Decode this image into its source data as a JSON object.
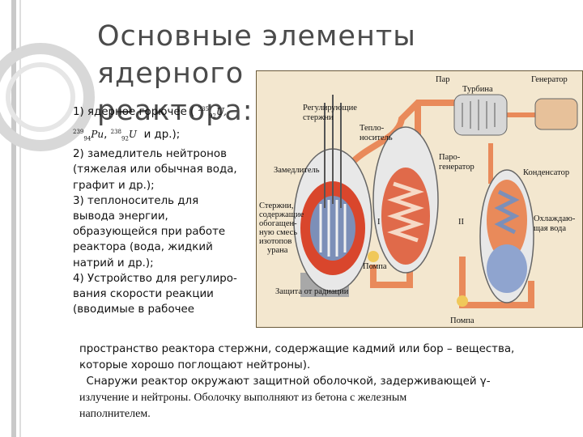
{
  "title": {
    "line1": "Основные элементы ядерного",
    "line2": "реактора:"
  },
  "list": {
    "item1_prefix": "1) ядерное горючее (",
    "item1_iso1": "U,",
    "item1_iso2": "Pu",
    "item1_iso3": "U",
    "item1_suffix": "и др.);",
    "lines": [
      "2) замедлитель нейтронов",
      "(тяжелая или обычная вода,",
      "графит и др.);",
      "3) теплоноситель для",
      "вывода энергии,",
      "образующейся при работе",
      "реактора (вода, жидкий",
      "натрий и др.);",
      "4) Устройство для регулиро-",
      "вания скорости реакции",
      "(вводимые в рабочее"
    ]
  },
  "bottom": {
    "line1": "пространство реактора стержни, содержащие кадмий или бор – вещества,",
    "line2": "которые хорошо поглощают нейтроны).",
    "line3": "  Снаружи реактор окружают защитной оболочкой, задерживающей γ-",
    "line4": "излучение и нейтроны. Оболочку выполняют из бетона с железным",
    "line5": "наполнителем."
  },
  "diagram": {
    "labels": {
      "steam": "Пар",
      "turbine": "Турбина",
      "generator": "Генератор",
      "control_rods_1": "Регулирующие",
      "control_rods_2": "стержни",
      "coolant_1": "Тепло-",
      "coolant_2": "носитель",
      "steam_gen_1": "Паро-",
      "steam_gen_2": "генератор",
      "condenser": "Конденсатор",
      "moderator": "Замедлитель",
      "fuel_rods_1": "Стержни,",
      "fuel_rods_2": "содержащие",
      "fuel_rods_3": "обогащен-",
      "fuel_rods_4": "ную смесь",
      "fuel_rods_5": "изотопов",
      "fuel_rods_6": "урана",
      "circuit_1": "I",
      "circuit_2": "II",
      "cooling_water_1": "Охлаждаю-",
      "cooling_water_2": "щая вода",
      "pump_1": "Помпа",
      "pump_2": "Помпа",
      "shield": "Защита от радиации"
    },
    "colors": {
      "background": "#f3e7cf",
      "pipe": "#e98a5a",
      "vessel": "#e8e8e8",
      "core_hot": "#d9462c",
      "core_cool": "#7c8fb8"
    }
  },
  "deco": {
    "ring_color": "#d3d3d3"
  }
}
